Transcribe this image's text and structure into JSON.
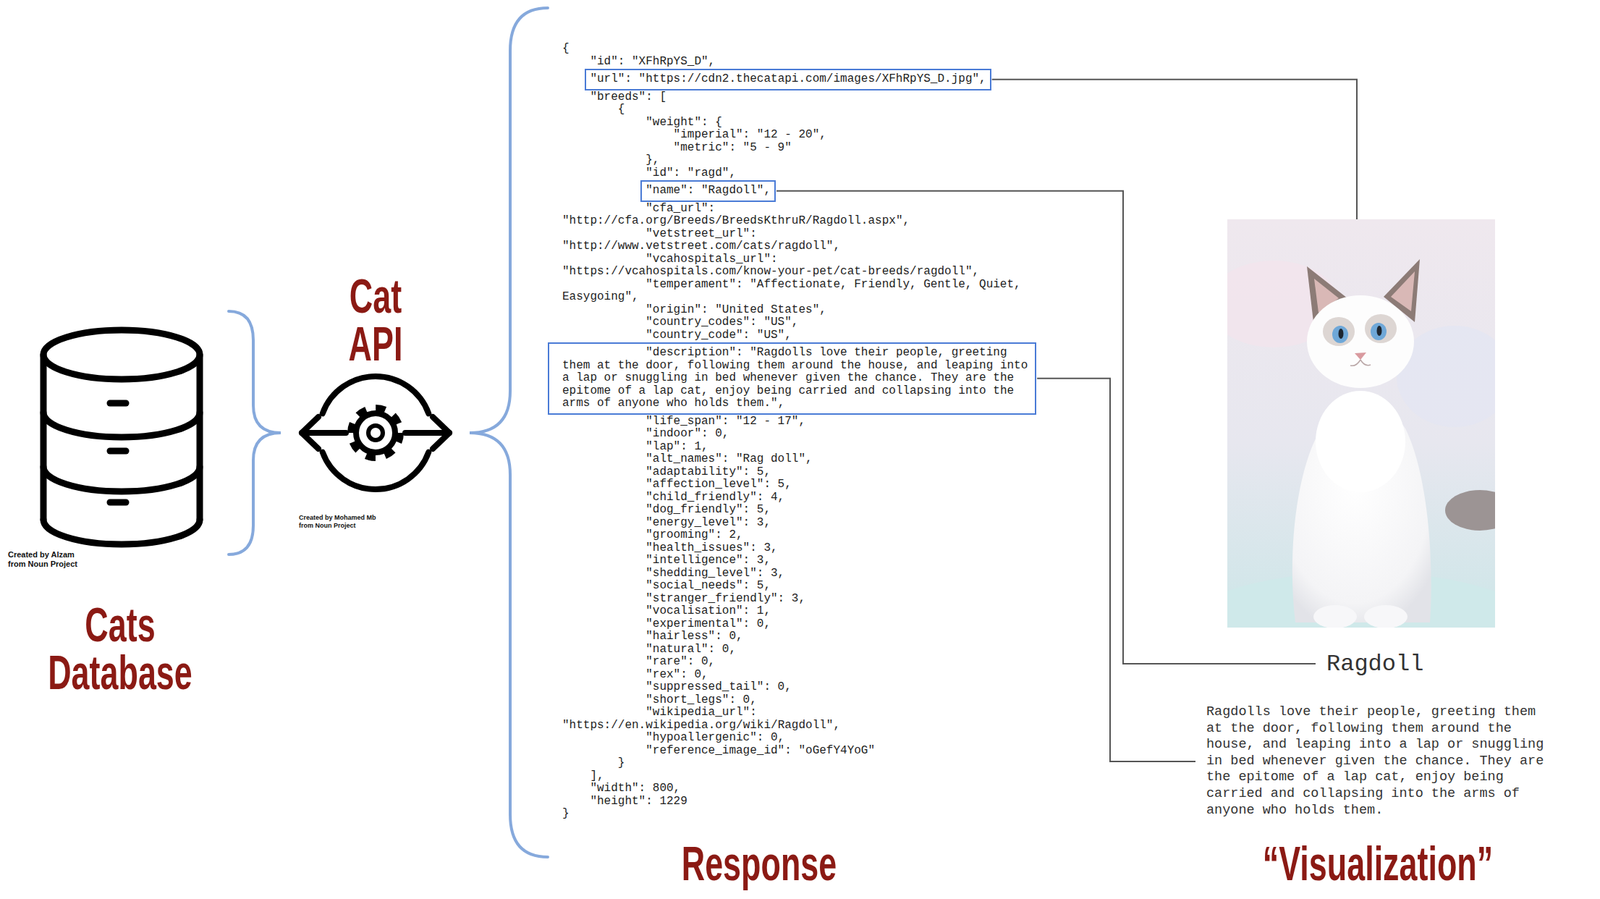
{
  "diagram": {
    "nodes": [
      {
        "text": [
          "\"url\": \"https://cdn2.thecatapi.com/images/XFhRpYS_D.jpg\","
        ]
      },
      {
        "text": [
          "\"name\": \"Ragdoll\","
        ]
      },
      {
        "text": [
          "\"description\": \"Ragdolls love their people, greeting them at the door, following them around the house, and leaping into a lap or snuggling in bed whenever given the chance. They are the epitome of a lap cat, enjoy being carried and collapsing into the arms of anyone who holds them.\","
        ]
      }
    ],
    "labels": [
      "Created by Alzam from Noun Project",
      "Cats Database",
      "Cat API",
      "Created by Mohamed Mb from Noun Project",
      "{",
      "\"id\": \"XFhRpYS_D\",",
      "\"breeds\": [",
      "{",
      "\"weight\": {",
      "\"imperial\": \"12 - 20\",",
      "\"metric\": \"5 - 9\"",
      "},",
      "\"id\": \"ragd\",",
      "\"cfa_url\":",
      "\"http://cfa.org/Breeds/BreedsKthruR/Ragdoll.aspx\",",
      "\"vetstreet_url\":",
      "\"http://www.vetstreet.com/cats/ragdoll\",",
      "\"vcahospitals_url\":",
      "\"https://vcahospitals.com/know-your-pet/cat-breeds/ragdoll\",",
      "\"temperament\": \"Affectionate, Friendly, Gentle, Quiet,",
      "Easygoing\",",
      "\"origin\": \"United States\",",
      "\"country_codes\": \"US\",",
      "\"country_code\": \"US\",",
      "\"life_span\": \"12 - 17\",",
      "\"indoor\": 0,",
      "\"lap\": 1,",
      "\"alt_names\": \"Rag doll\",",
      "\"adaptability\": 5,",
      "\"affection_level\": 5,",
      "\"child_friendly\": 4,",
      "\"dog_friendly\": 5,",
      "\"energy_level\": 3,",
      "\"grooming\": 2,",
      "\"health_issues\": 3,",
      "\"intelligence\": 3,",
      "\"shedding_level\": 3,",
      "\"social_needs\": 5,",
      "\"stranger_friendly\": 3,",
      "\"vocalisation\": 1,",
      "\"experimental\": 0,",
      "\"hairless\": 0,",
      "\"natural\": 0,",
      "\"rare\": 0,",
      "\"rex\": 0,",
      "\"suppressed_tail\": 0,",
      "\"short_legs\": 0,",
      "\"wikipedia_url\":",
      "\"https://en.wikipedia.org/wiki/Ragdoll\",",
      "\"hypoallergenic\": 0,",
      "\"reference_image_id\": \"oGefY4YoG\"",
      "}",
      "],",
      "\"width\": 800,",
      "\"height\": 1229",
      "}",
      "Response",
      "Ragdoll",
      "Ragdolls love their people, greeting them at the door, following them around the house, and leaping into a lap or snuggling in bed whenever given the chance. They are the epitome of a lap cat, enjoy being carried and collapsing into the arms of anyone who holds them.",
      "“Visualization”"
    ]
  }
}
